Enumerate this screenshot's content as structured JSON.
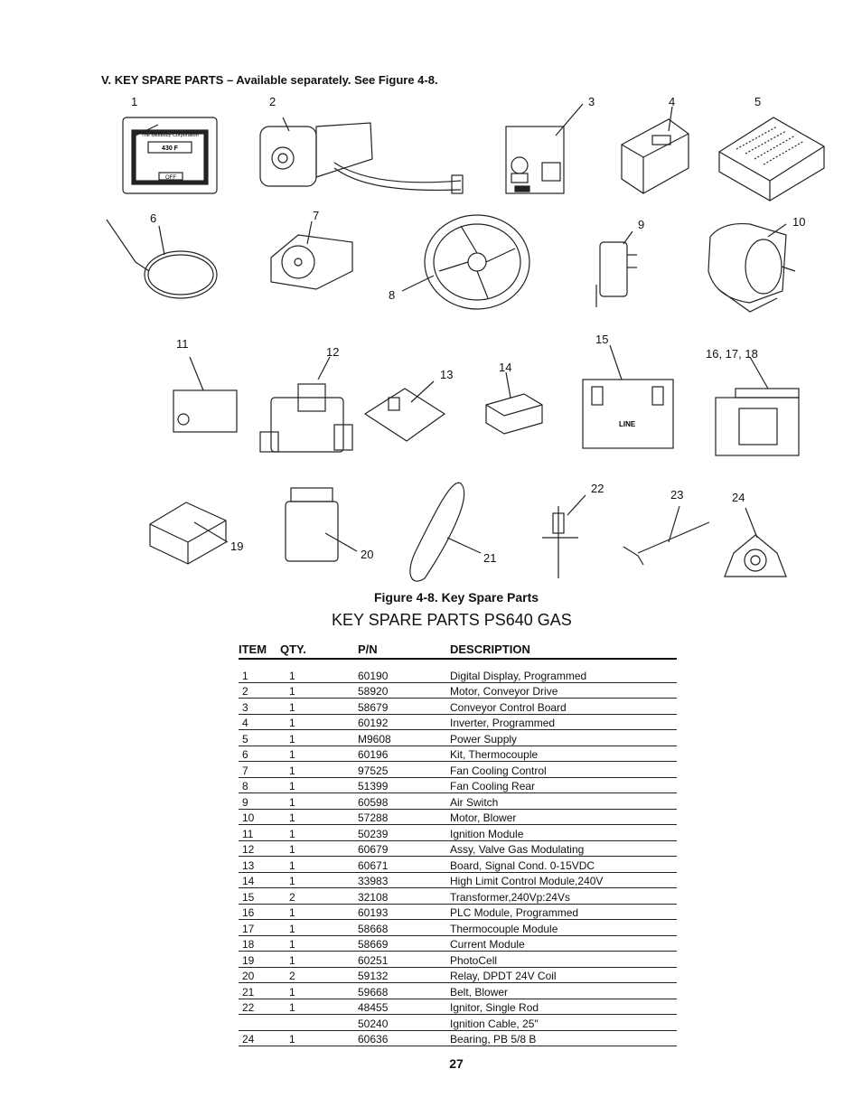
{
  "section_heading": "V.  KEY SPARE PARTS – Available separately.  See Figure 4-8.",
  "callouts": [
    "1",
    "2",
    "3",
    "4",
    "5",
    "6",
    "7",
    "8",
    "9",
    "10",
    "11",
    "12",
    "13",
    "14",
    "15",
    "16, 17, 18",
    "19",
    "20",
    "21",
    "22",
    "23",
    "24"
  ],
  "display_panel": {
    "brand": "The Middleby Corporation",
    "temp": "430 F",
    "off": "OFF"
  },
  "board_label": "LINE",
  "figure_caption": "Figure 4-8.  Key Spare Parts",
  "table_title": "KEY SPARE PARTS PS640 GAS",
  "table": {
    "headers": [
      "ITEM",
      "QTY.",
      "P/N",
      "DESCRIPTION"
    ],
    "rows": [
      [
        "1",
        "1",
        "60190",
        "Digital Display, Programmed"
      ],
      [
        "2",
        "1",
        "58920",
        "Motor, Conveyor Drive"
      ],
      [
        "3",
        "1",
        "58679",
        "Conveyor Control Board"
      ],
      [
        "4",
        "1",
        "60192",
        "Inverter, Programmed"
      ],
      [
        "5",
        "1",
        "M9608",
        "Power Supply"
      ],
      [
        "6",
        "1",
        "60196",
        "Kit, Thermocouple"
      ],
      [
        "7",
        "1",
        "97525",
        "Fan Cooling Control"
      ],
      [
        "8",
        "1",
        "51399",
        "Fan Cooling Rear"
      ],
      [
        "9",
        "1",
        "60598",
        "Air Switch"
      ],
      [
        "10",
        "1",
        "57288",
        "Motor, Blower"
      ],
      [
        "11",
        "1",
        "50239",
        "Ignition Module"
      ],
      [
        "12",
        "1",
        "60679",
        "Assy, Valve Gas Modulating"
      ],
      [
        "13",
        "1",
        "60671",
        "Board, Signal Cond. 0-15VDC"
      ],
      [
        "14",
        "1",
        "33983",
        "High Limit Control Module,240V"
      ],
      [
        "15",
        "2",
        "32108",
        "Transformer,240Vp:24Vs"
      ],
      [
        "16",
        "1",
        "60193",
        "PLC Module, Programmed"
      ],
      [
        "17",
        "1",
        "58668",
        "Thermocouple Module"
      ],
      [
        "18",
        "1",
        "58669",
        "Current Module"
      ],
      [
        "19",
        "1",
        "60251",
        "PhotoCell"
      ],
      [
        "20",
        "2",
        "59132",
        "Relay, DPDT 24V Coil"
      ],
      [
        "21",
        "1",
        "59668",
        "Belt, Blower"
      ],
      [
        "22",
        "1",
        "48455",
        "Ignitor, Single Rod"
      ],
      [
        "",
        "",
        "50240",
        "Ignition Cable, 25″"
      ],
      [
        "24",
        "1",
        "60636",
        "Bearing, PB 5/8 B"
      ]
    ]
  },
  "page_number": "27"
}
